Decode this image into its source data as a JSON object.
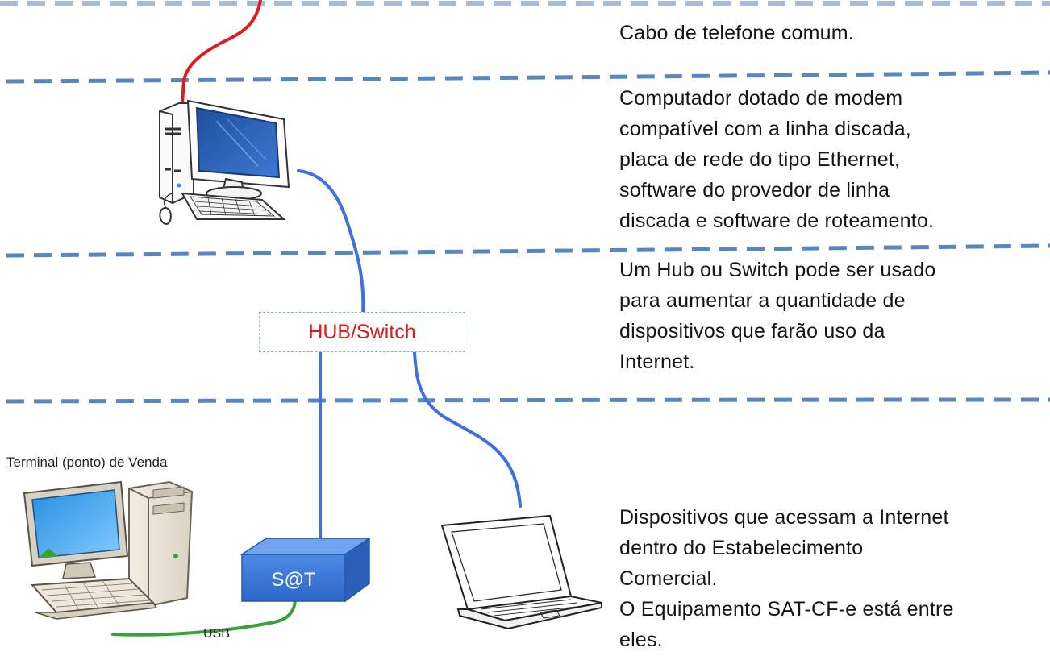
{
  "descriptions": {
    "phone_cable": "Cabo de telefone comum.",
    "computer": "Computador dotado de modem\ncompatível com a linha discada,\nplaca de rede do tipo Ethernet,\nsoftware do provedor de linha\ndiscada e software de roteamento.",
    "hub": "Um Hub ou Switch pode ser usado\npara aumentar a quantidade de\ndispositivos que farão uso da\nInternet.",
    "devices": "Dispositivos que acessam a Internet\ndentro do Estabelecimento\nComercial.\nO Equipamento SAT-CF-e está entre\neles."
  },
  "labels": {
    "hub_switch": "HUB/Switch",
    "terminal": "Terminal (ponto) de Venda",
    "sat": "S@T",
    "usb": "USB"
  },
  "colors": {
    "phone_cable": "#e01c1c",
    "network_cable": "#3f6fe0",
    "usb_cable": "#3aa13a",
    "divider": "#5a86c0",
    "hub_text": "#d81b1b",
    "sat_box": "#3d78d8"
  }
}
